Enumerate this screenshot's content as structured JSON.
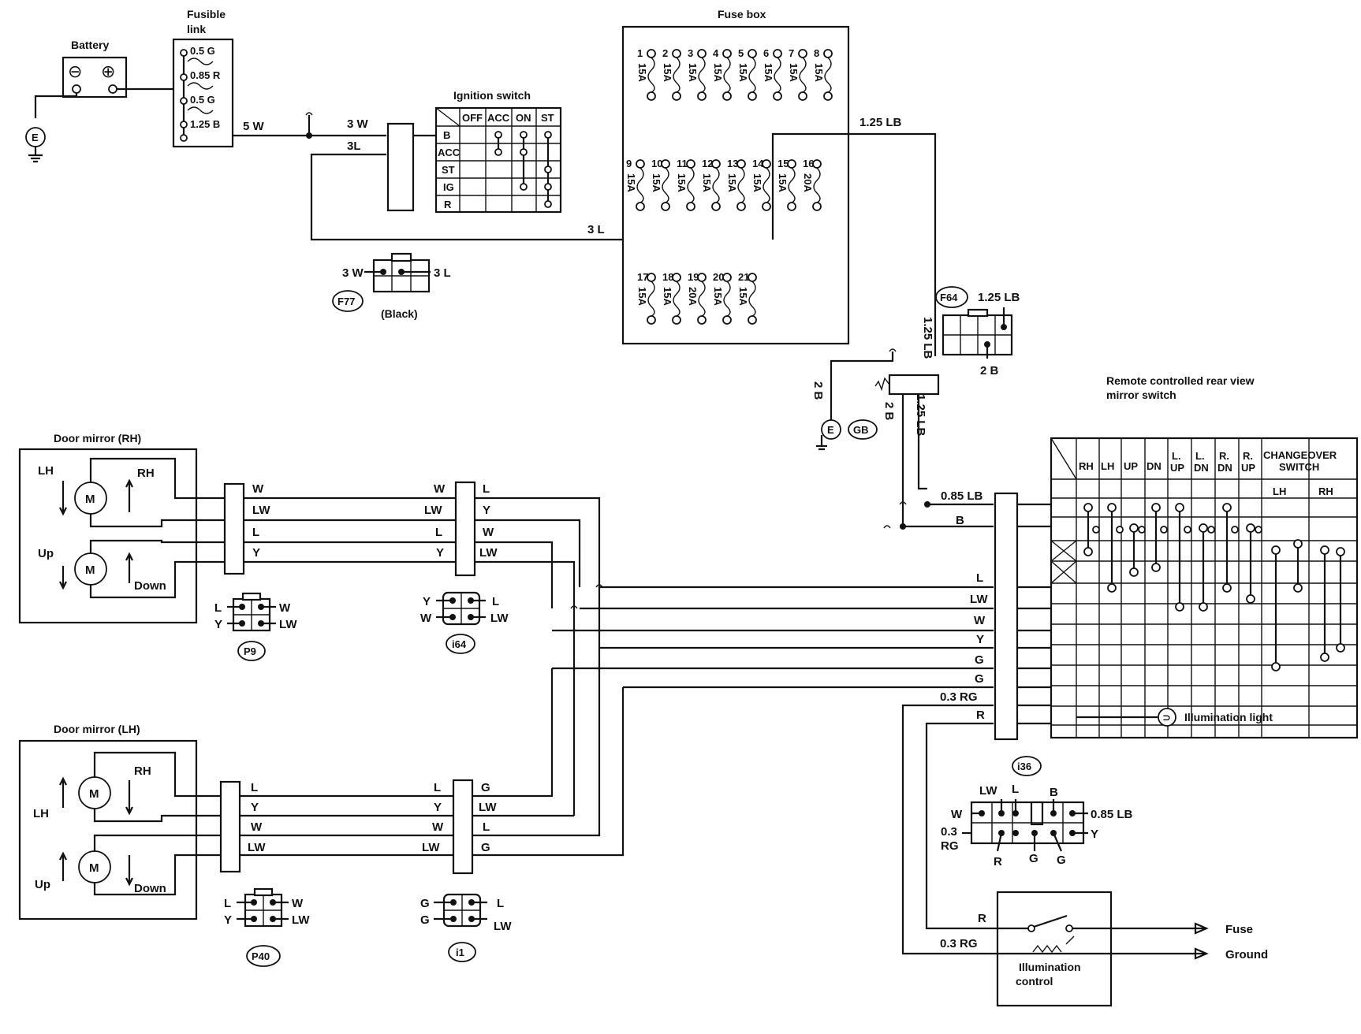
{
  "battery": {
    "title": "Battery",
    "minus": "⊖",
    "plus": "⊕"
  },
  "ground_symbol": "E",
  "fusible_link": {
    "title_1": "Fusible",
    "title_2": "link",
    "links": [
      "0.5 G",
      "0.85 R",
      "0.5 G",
      "1.25 B"
    ]
  },
  "wires": {
    "batt_out": "5 W",
    "ign_b": "3 W",
    "ign_ret": "3L",
    "fuse_feed": "3 L",
    "fuse_out": "1.25 LB",
    "vert_upper": "1.25 LB",
    "vert_lower": "1.25 LB",
    "gnd_a": "2 B",
    "gnd_b": "2 B",
    "sw_lb": "0.85 LB",
    "sw_b": "B",
    "rg_a": "0.3 RG",
    "r_a": "R",
    "r_b": "R",
    "rg_b": "0.3 RG"
  },
  "ignition_switch": {
    "title": "Ignition switch",
    "columns": [
      "OFF",
      "ACC",
      "ON",
      "ST"
    ],
    "rows": [
      "B",
      "ACC",
      "ST",
      "IG",
      "R"
    ]
  },
  "fuse_box": {
    "title": "Fuse box",
    "row1": {
      "numbers": [
        "1",
        "2",
        "3",
        "4",
        "5",
        "6",
        "7",
        "8"
      ],
      "ratings": [
        "15A",
        "15A",
        "15A",
        "15A",
        "15A",
        "15A",
        "15A",
        "15A"
      ]
    },
    "row2": {
      "numbers": [
        "9",
        "10",
        "11",
        "12",
        "13",
        "14",
        "15",
        "16"
      ],
      "ratings": [
        "15A",
        "15A",
        "15A",
        "15A",
        "15A",
        "15A",
        "15A",
        "20A"
      ]
    },
    "row3": {
      "numbers": [
        "17",
        "18",
        "19",
        "20",
        "21"
      ],
      "ratings": [
        "15A",
        "15A",
        "20A",
        "15A",
        "15A"
      ]
    }
  },
  "connectors": {
    "f77": {
      "id": "F77",
      "left": "3 W",
      "right": "3 L",
      "note": "(Black)"
    },
    "f64": {
      "id": "F64",
      "top": "1.25 LB",
      "bottom": "2 B"
    },
    "gb": {
      "id": "GB"
    },
    "p9": {
      "id": "P9",
      "tl": "L",
      "tr": "W",
      "bl": "Y",
      "br": "LW"
    },
    "i64": {
      "id": "i64",
      "tl": "Y",
      "tr": "L",
      "bl": "W",
      "br": "LW"
    },
    "p40": {
      "id": "P40",
      "tl": "L",
      "tr": "W",
      "bl": "Y",
      "br": "LW"
    },
    "i1": {
      "id": "i1",
      "tl": "G",
      "tr": "L",
      "bl": "G",
      "br": "LW"
    },
    "i36": {
      "id": "i36",
      "top": [
        "LW",
        "L",
        "B"
      ],
      "left_w": "W",
      "right_lb": "0.85 LB",
      "rg_1": "0.3",
      "rg_2": "RG",
      "right_y": "Y",
      "bottom": [
        "R",
        "G",
        "G"
      ]
    }
  },
  "door_mirror_rh": {
    "title": "Door mirror (RH)",
    "lh": "LH",
    "rh": "RH",
    "up": "Up",
    "down": "Down",
    "motor": "M",
    "pins_out": [
      "W",
      "LW",
      "L",
      "Y"
    ],
    "i64_in": [
      "W",
      "LW",
      "L",
      "Y"
    ],
    "i64_out": [
      "L",
      "Y",
      "W",
      "LW"
    ]
  },
  "door_mirror_lh": {
    "title": "Door mirror (LH)",
    "lh": "LH",
    "rh": "RH",
    "up": "Up",
    "down": "Down",
    "motor": "M",
    "pins_out": [
      "L",
      "Y",
      "W",
      "LW"
    ],
    "i1_in": [
      "L",
      "Y",
      "W",
      "LW"
    ],
    "i1_out": [
      "G",
      "LW",
      "L",
      "G"
    ]
  },
  "harness_labels": [
    "L",
    "LW",
    "W",
    "Y",
    "G",
    "G"
  ],
  "mirror_switch": {
    "title_1": "Remote controlled rear view",
    "title_2": "mirror switch",
    "columns": [
      "RH",
      "LH",
      "UP",
      "DN",
      "L.",
      "UP",
      "L.",
      "DN",
      "R.",
      "DN",
      "R.",
      "UP"
    ],
    "changeover_1": "CHANGEOVER",
    "changeover_2": "SWITCH",
    "changeover_cols": [
      "LH",
      "RH"
    ],
    "illumination_light": "Illumination light"
  },
  "illumination_control": {
    "title_1": "Illumination",
    "title_2": "control",
    "fuse": "Fuse",
    "ground": "Ground"
  }
}
